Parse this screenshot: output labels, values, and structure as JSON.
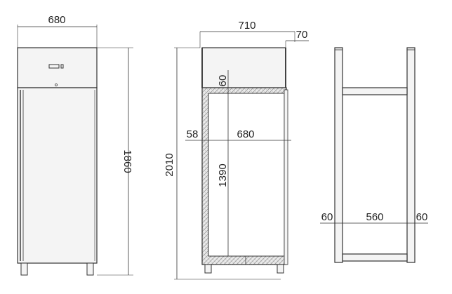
{
  "front_view": {
    "width": "680",
    "height": "1860"
  },
  "section_view": {
    "outer_width": "710",
    "depth_offset": "70",
    "top_insulation": "60",
    "side_insulation": "58",
    "inner_width": "680",
    "inner_height": "1390",
    "total_height": "2010"
  },
  "frame_view": {
    "left_margin": "60",
    "inner_width": "560",
    "right_margin": "60"
  },
  "colors": {
    "line": "#333333",
    "panel": "#f4f4f4",
    "insulation": "#e6e6e6",
    "dim": "#444444"
  }
}
